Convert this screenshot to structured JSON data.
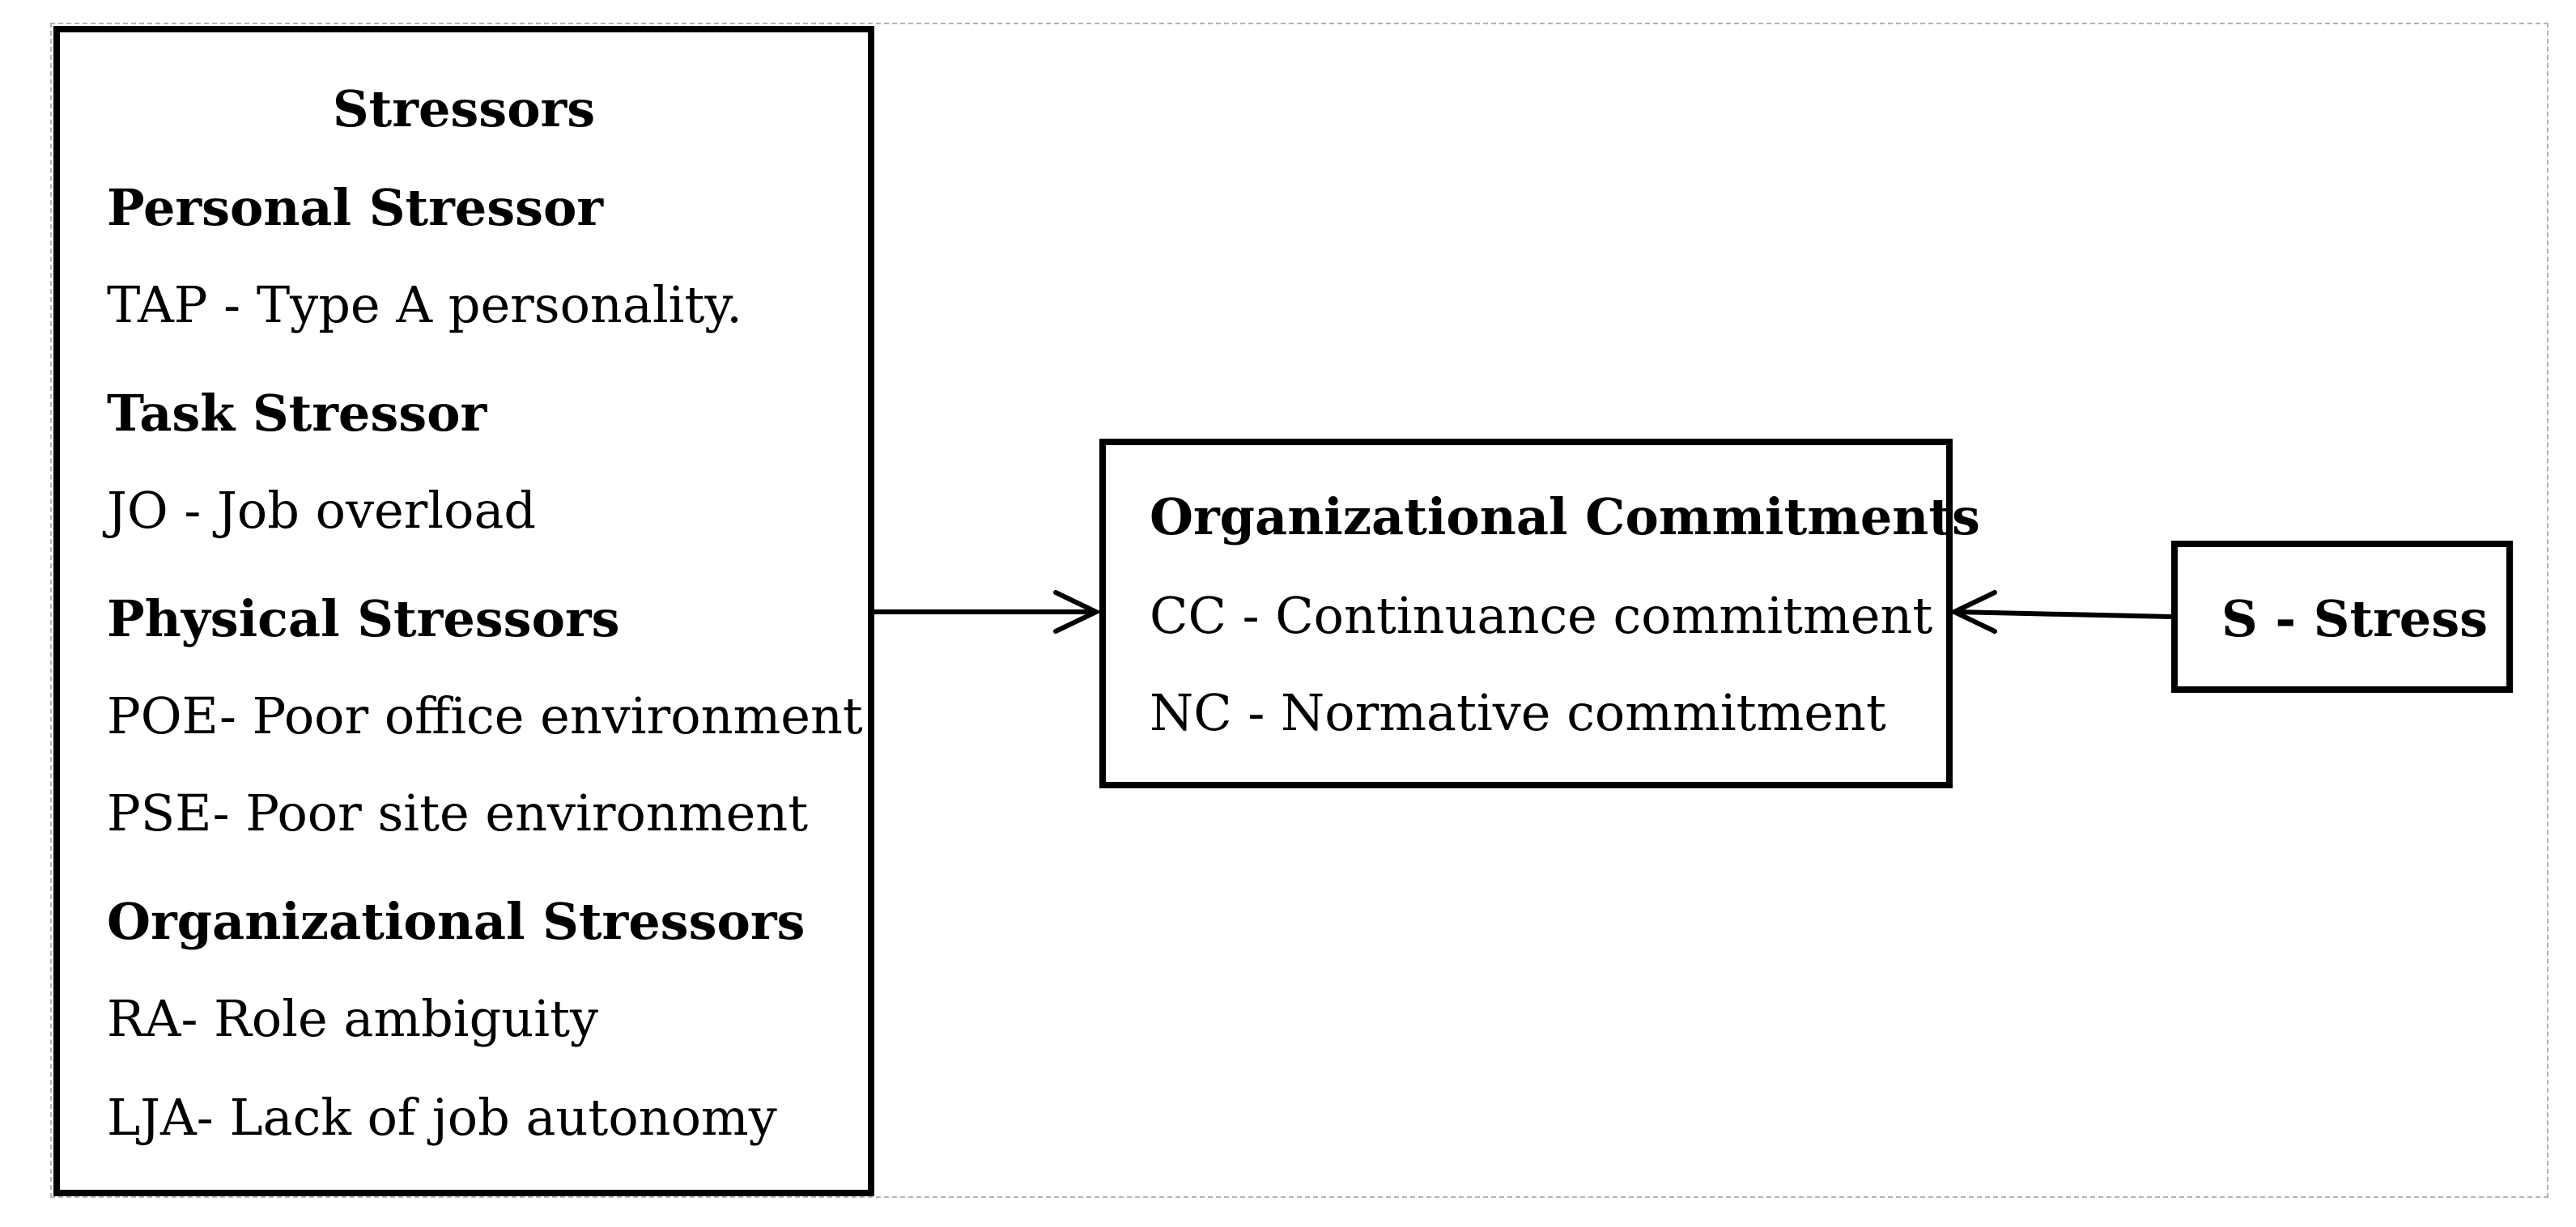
{
  "stressors": {
    "title": "Stressors",
    "groups": [
      {
        "heading": "Personal Stressor",
        "items": [
          "TAP - Type A personality."
        ]
      },
      {
        "heading": "Task Stressor",
        "items": [
          "JO - Job overload"
        ]
      },
      {
        "heading": "Physical Stressors",
        "items": [
          "POE- Poor office environment",
          "PSE- Poor site environment"
        ]
      },
      {
        "heading": "Organizational Stressors",
        "items": [
          "RA- Role ambiguity",
          "LJA- Lack of job autonomy"
        ]
      }
    ]
  },
  "commitments": {
    "heading": "Organizational Commitments",
    "items": [
      "CC - Continuance commitment",
      "NC - Normative commitment"
    ]
  },
  "stress": {
    "label": "S - Stress"
  },
  "colors": {
    "stroke": "#000000",
    "frame": "#b4b4b4",
    "background": "#ffffff"
  }
}
